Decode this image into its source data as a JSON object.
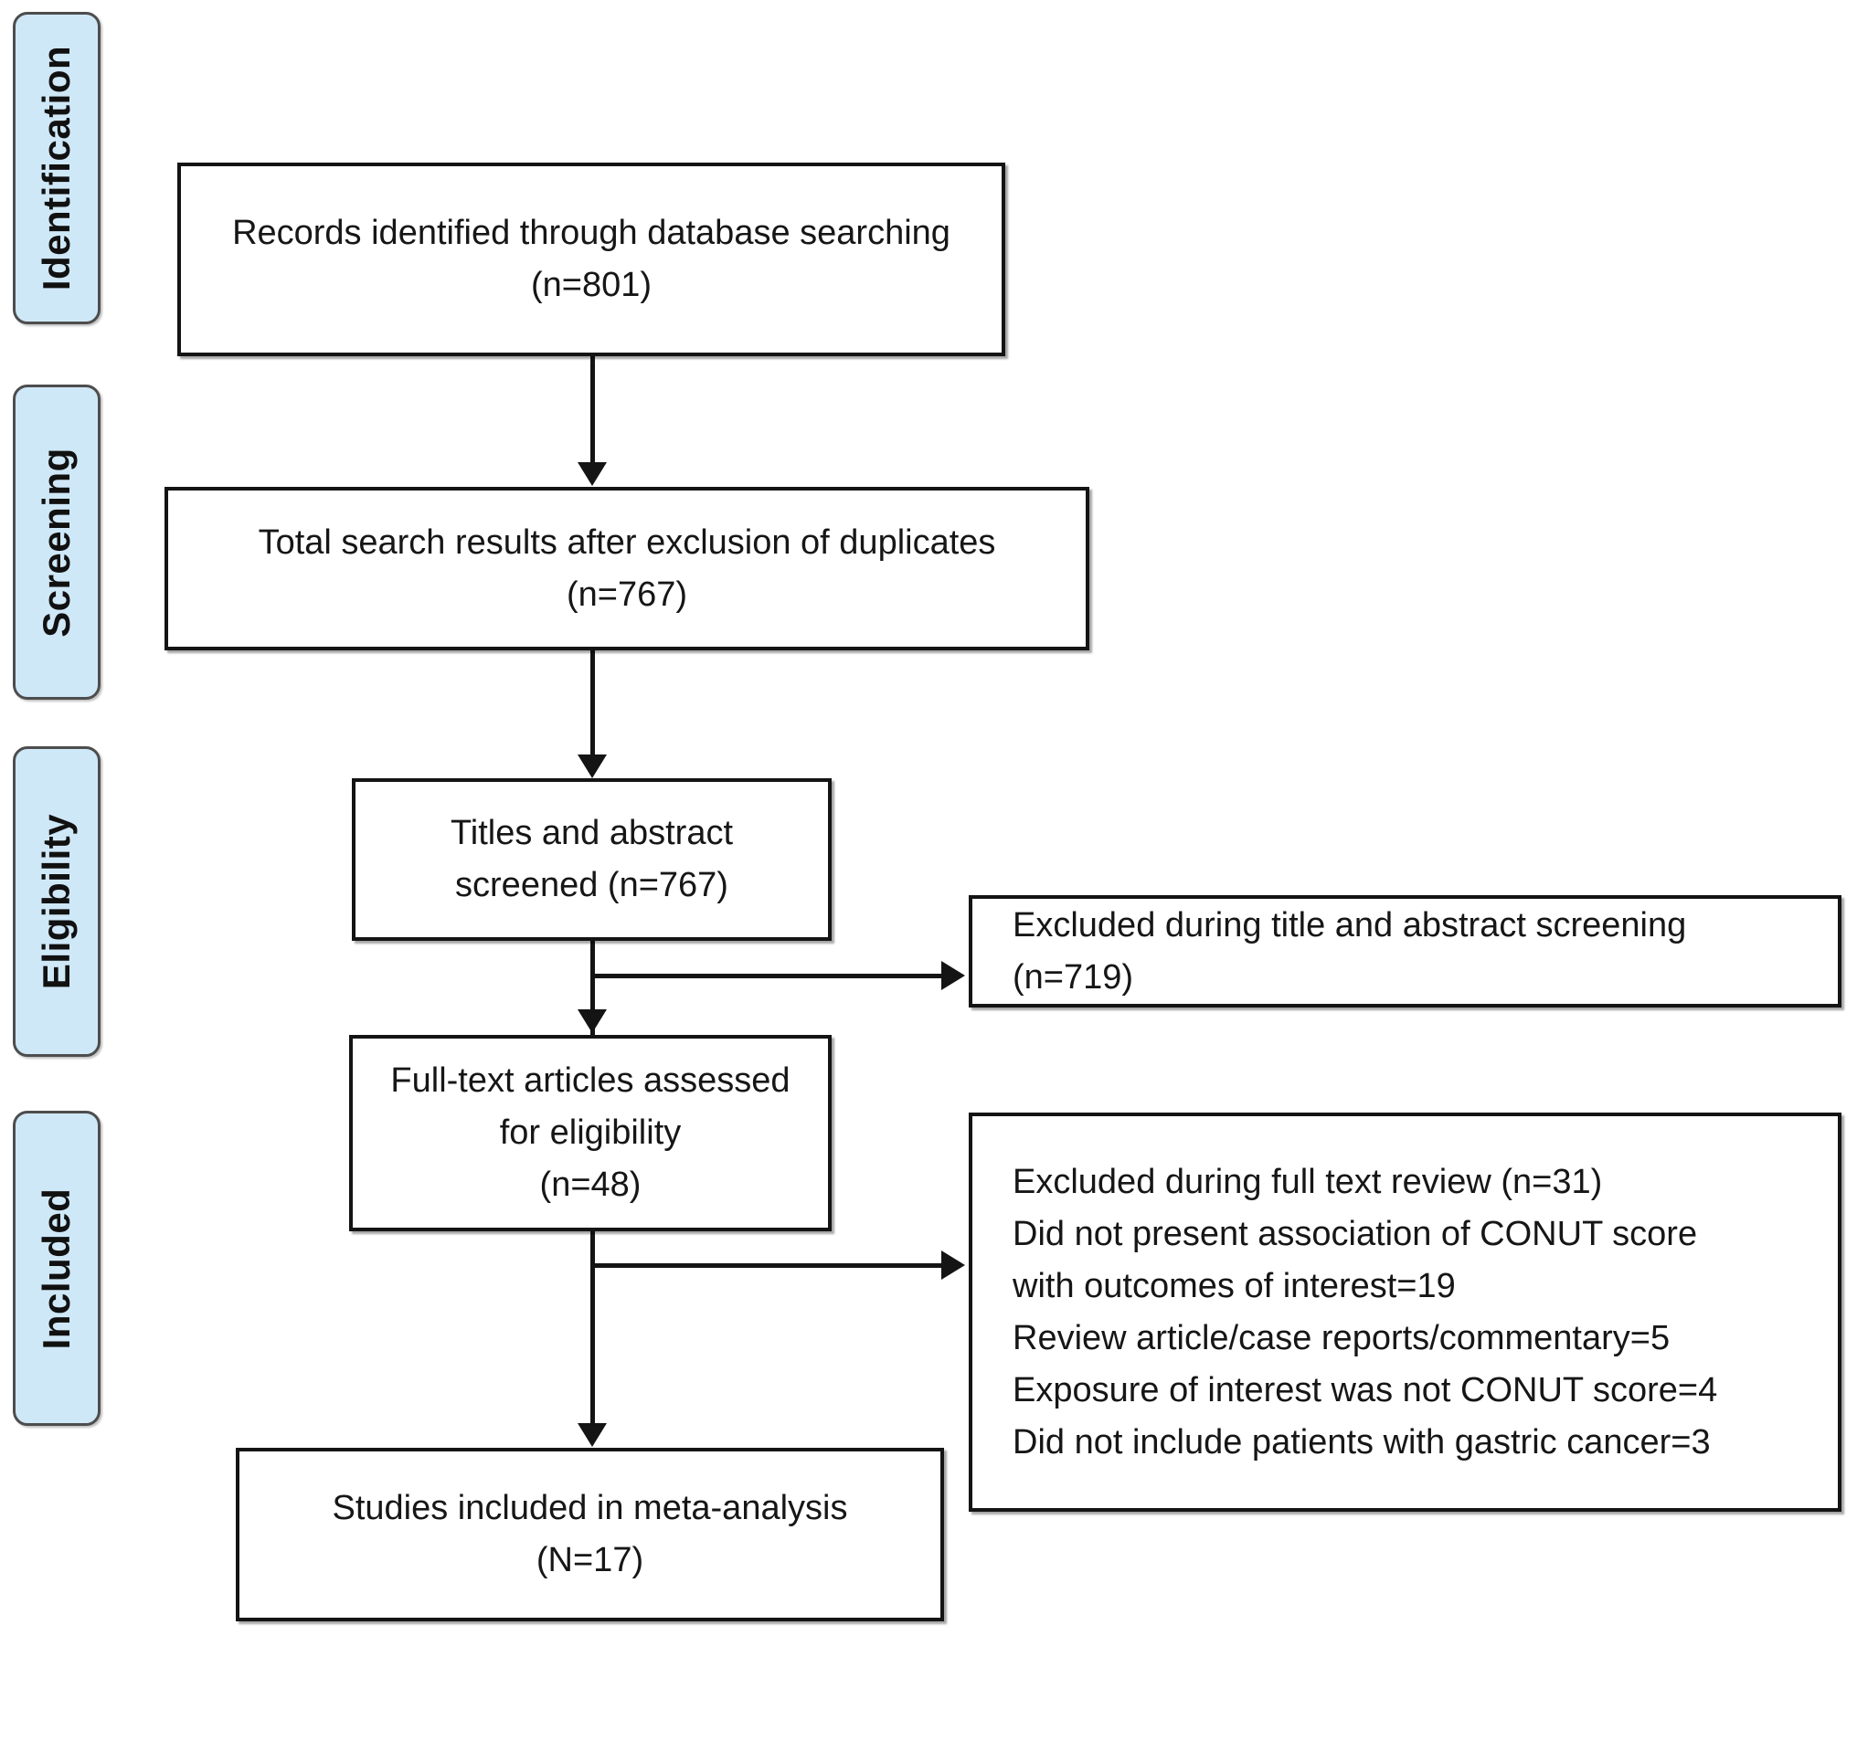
{
  "diagram": {
    "title": "PRISMA study selection flow diagram",
    "type": "flowchart",
    "accent_color": "#cfe8f8",
    "border_color": "#141414",
    "stage_border_color": "#4d4d4d"
  },
  "stages": [
    {
      "id": "identification",
      "label": "Identification"
    },
    {
      "id": "screening",
      "label": "Screening"
    },
    {
      "id": "eligibility",
      "label": "Eligibility"
    },
    {
      "id": "included",
      "label": "Included"
    }
  ],
  "nodes": {
    "records_identified": {
      "line1": "Records identified through database searching",
      "line2": "(n=801)"
    },
    "after_duplicates": {
      "line1": "Total search results after exclusion of duplicates",
      "line2": "(n=767)"
    },
    "titles_screened": {
      "line1": "Titles and abstract",
      "line2": "screened (n=767)"
    },
    "excluded_title_abstract": {
      "line1": "Excluded during title and abstract screening",
      "line2": "(n=719)"
    },
    "full_text_assessed": {
      "line1": "Full-text articles assessed",
      "line2": "for eligibility",
      "line3": "(n=48)"
    },
    "excluded_full_text": {
      "line1": "Excluded during full text review (n=31)",
      "line2": "Did not present association of CONUT score",
      "line3": "with outcomes of interest=19",
      "line4": "Review article/case reports/commentary=5",
      "line5": "Exposure of interest was not CONUT score=4",
      "line6": "Did not include patients with gastric cancer=3"
    },
    "included_meta": {
      "line1": "Studies included in meta-analysis",
      "line2": "(N=17)"
    }
  },
  "counts": {
    "records_identified": 801,
    "after_duplicates": 767,
    "titles_screened": 767,
    "excluded_title_abstract": 719,
    "full_text_assessed": 48,
    "excluded_full_text_total": 31,
    "excluded_no_association_with_outcomes": 19,
    "excluded_review_case_commentary": 5,
    "excluded_exposure_not_conut": 4,
    "excluded_not_gastric_cancer": 3,
    "included_in_meta_analysis": 17
  }
}
